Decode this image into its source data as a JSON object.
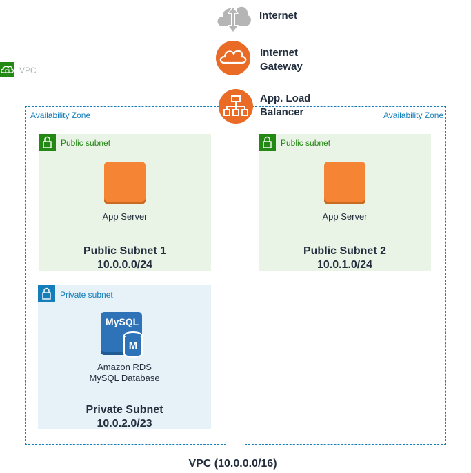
{
  "internet": {
    "label": "Internet"
  },
  "gateway": {
    "label_line1": "Internet",
    "label_line2": "Gateway"
  },
  "alb": {
    "label_line1": "App. Load",
    "label_line2": "Balancer"
  },
  "vpc": {
    "tag": "VPC",
    "caption": "VPC (10.0.0.0/16)"
  },
  "az_left": {
    "label": "Availability Zone"
  },
  "az_right": {
    "label": "Availability Zone"
  },
  "public_subnet_1": {
    "tag": "Public subnet",
    "server_label": "App Server",
    "name": "Public Subnet 1",
    "cidr": "10.0.0.0/24"
  },
  "public_subnet_2": {
    "tag": "Public subnet",
    "server_label": "App Server",
    "name": "Public Subnet 2",
    "cidr": "10.0.1.0/24"
  },
  "private_subnet": {
    "tag": "Private subnet",
    "rds_badge": "MySQL",
    "rds_letter": "M",
    "rds_label_line1": "Amazon RDS",
    "rds_label_line2": "MySQL Database",
    "name": "Private Subnet",
    "cidr": "10.0.2.0/23"
  },
  "colors": {
    "vpc_green": "#248814",
    "az_blue": "#147eba",
    "public_bg": "#e9f3e6",
    "private_bg": "#e6f2f8",
    "ec2_orange": "#f58534",
    "gateway_orange": "#ea6b25",
    "rds_blue": "#2e73b8",
    "cloud_gray": "#b5b5b5"
  }
}
